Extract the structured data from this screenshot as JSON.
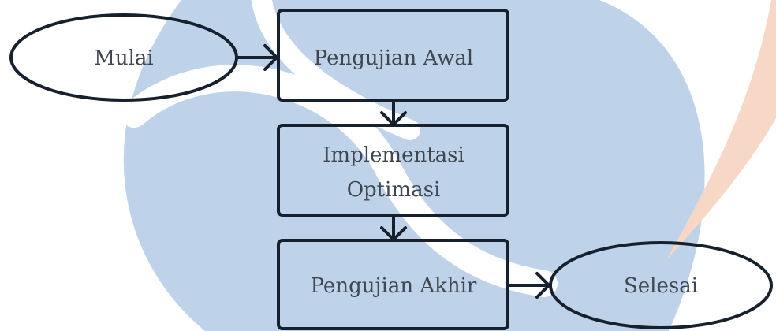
{
  "diagram": {
    "type": "flowchart",
    "nodes": {
      "start": {
        "label": "Mulai",
        "shape": "ellipse"
      },
      "initial_test": {
        "label": "Pengujian Awal",
        "shape": "rectangle"
      },
      "implementation": {
        "lines": [
          "Implementasi",
          "Optimasi"
        ],
        "shape": "rectangle"
      },
      "final_test": {
        "label": "Pengujian Akhir",
        "shape": "rectangle"
      },
      "end": {
        "label": "Selesai",
        "shape": "ellipse"
      }
    },
    "edges": [
      {
        "from": "start",
        "to": "initial_test"
      },
      {
        "from": "initial_test",
        "to": "implementation"
      },
      {
        "from": "implementation",
        "to": "final_test"
      },
      {
        "from": "final_test",
        "to": "end"
      }
    ]
  },
  "colors": {
    "watermark_blue": "#bed3ea",
    "watermark_peach": "#f7d7c6",
    "stroke": "#17212d",
    "text": "#3f4650"
  }
}
